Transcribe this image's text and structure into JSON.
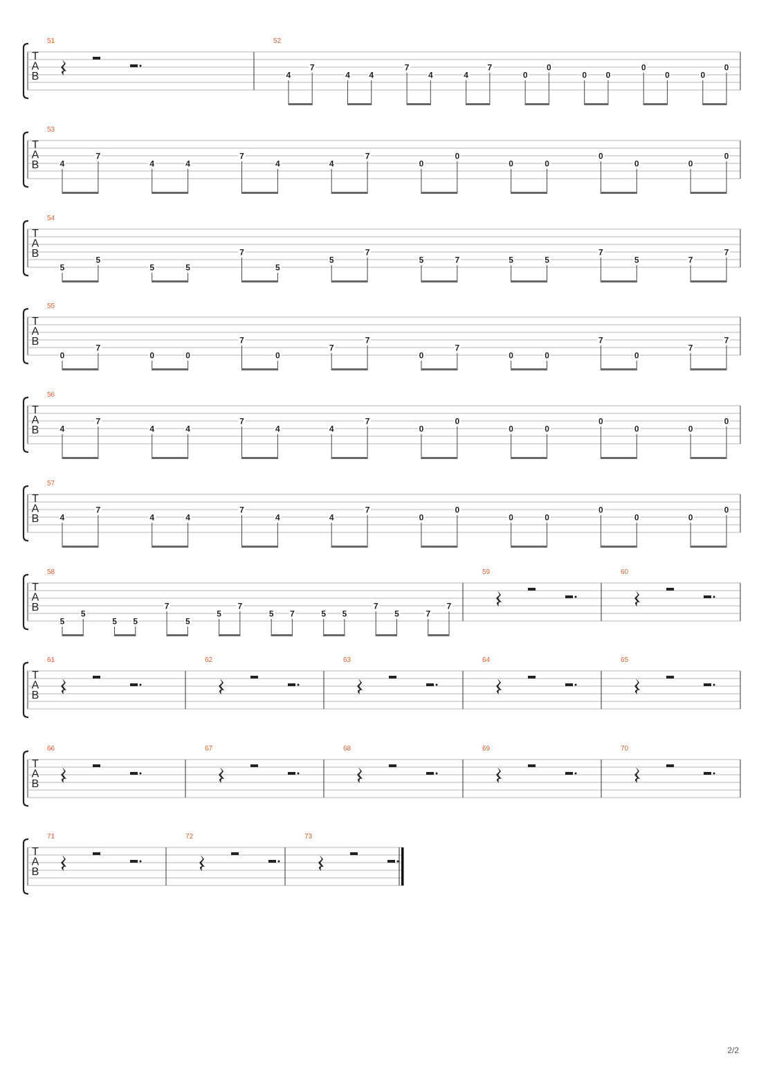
{
  "page": {
    "page_number": "2/2"
  },
  "tab_clef": [
    "T",
    "A",
    "B"
  ],
  "colors": {
    "measure_number": "#e8612c",
    "staff_line": "#b5b5b5",
    "note": "#222222",
    "beam": "#666666"
  },
  "systems": [
    {
      "measures": [
        {
          "number": "51",
          "rest": true
        },
        {
          "number": "52",
          "groups": [
            [
              {
                "s": 4,
                "f": "4"
              },
              {
                "s": 3,
                "f": "7"
              }
            ],
            [
              {
                "s": 4,
                "f": "4"
              },
              {
                "s": 4,
                "f": "4"
              }
            ],
            [
              {
                "s": 3,
                "f": "7"
              },
              {
                "s": 4,
                "f": "4"
              }
            ],
            [
              {
                "s": 4,
                "f": "4"
              },
              {
                "s": 3,
                "f": "7"
              }
            ],
            [
              {
                "s": 4,
                "f": "0"
              },
              {
                "s": 3,
                "f": "0"
              }
            ],
            [
              {
                "s": 4,
                "f": "0"
              },
              {
                "s": 4,
                "f": "0"
              }
            ],
            [
              {
                "s": 3,
                "f": "0"
              },
              {
                "s": 4,
                "f": "0"
              }
            ],
            [
              {
                "s": 4,
                "f": "0"
              },
              {
                "s": 3,
                "f": "0"
              }
            ]
          ]
        }
      ]
    },
    {
      "measures": [
        {
          "number": "53",
          "groups": [
            [
              {
                "s": 4,
                "f": "4"
              },
              {
                "s": 3,
                "f": "7"
              }
            ],
            [
              {
                "s": 4,
                "f": "4"
              },
              {
                "s": 4,
                "f": "4"
              }
            ],
            [
              {
                "s": 3,
                "f": "7"
              },
              {
                "s": 4,
                "f": "4"
              }
            ],
            [
              {
                "s": 4,
                "f": "4"
              },
              {
                "s": 3,
                "f": "7"
              }
            ],
            [
              {
                "s": 4,
                "f": "0"
              },
              {
                "s": 3,
                "f": "0"
              }
            ],
            [
              {
                "s": 4,
                "f": "0"
              },
              {
                "s": 4,
                "f": "0"
              }
            ],
            [
              {
                "s": 3,
                "f": "0"
              },
              {
                "s": 4,
                "f": "0"
              }
            ],
            [
              {
                "s": 4,
                "f": "0"
              },
              {
                "s": 3,
                "f": "0"
              }
            ]
          ]
        }
      ]
    },
    {
      "measures": [
        {
          "number": "54",
          "groups": [
            [
              {
                "s": 6,
                "f": "5"
              },
              {
                "s": 5,
                "f": "5"
              }
            ],
            [
              {
                "s": 6,
                "f": "5"
              },
              {
                "s": 6,
                "f": "5"
              }
            ],
            [
              {
                "s": 4,
                "f": "7"
              },
              {
                "s": 6,
                "f": "5"
              }
            ],
            [
              {
                "s": 5,
                "f": "5"
              },
              {
                "s": 4,
                "f": "7"
              }
            ],
            [
              {
                "s": 5,
                "f": "5"
              },
              {
                "s": 5,
                "f": "7"
              }
            ],
            [
              {
                "s": 5,
                "f": "5"
              },
              {
                "s": 5,
                "f": "5"
              }
            ],
            [
              {
                "s": 4,
                "f": "7"
              },
              {
                "s": 5,
                "f": "5"
              }
            ],
            [
              {
                "s": 5,
                "f": "7"
              },
              {
                "s": 4,
                "f": "7"
              }
            ]
          ]
        }
      ]
    },
    {
      "measures": [
        {
          "number": "55",
          "groups": [
            [
              {
                "s": 6,
                "f": "0"
              },
              {
                "s": 5,
                "f": "7"
              }
            ],
            [
              {
                "s": 6,
                "f": "0"
              },
              {
                "s": 6,
                "f": "0"
              }
            ],
            [
              {
                "s": 4,
                "f": "7"
              },
              {
                "s": 6,
                "f": "0"
              }
            ],
            [
              {
                "s": 5,
                "f": "7"
              },
              {
                "s": 4,
                "f": "7"
              }
            ],
            [
              {
                "s": 6,
                "f": "0"
              },
              {
                "s": 5,
                "f": "7"
              }
            ],
            [
              {
                "s": 6,
                "f": "0"
              },
              {
                "s": 6,
                "f": "0"
              }
            ],
            [
              {
                "s": 4,
                "f": "7"
              },
              {
                "s": 6,
                "f": "0"
              }
            ],
            [
              {
                "s": 5,
                "f": "7"
              },
              {
                "s": 4,
                "f": "7"
              }
            ]
          ]
        }
      ]
    },
    {
      "measures": [
        {
          "number": "56",
          "groups": [
            [
              {
                "s": 4,
                "f": "4"
              },
              {
                "s": 3,
                "f": "7"
              }
            ],
            [
              {
                "s": 4,
                "f": "4"
              },
              {
                "s": 4,
                "f": "4"
              }
            ],
            [
              {
                "s": 3,
                "f": "7"
              },
              {
                "s": 4,
                "f": "4"
              }
            ],
            [
              {
                "s": 4,
                "f": "4"
              },
              {
                "s": 3,
                "f": "7"
              }
            ],
            [
              {
                "s": 4,
                "f": "0"
              },
              {
                "s": 3,
                "f": "0"
              }
            ],
            [
              {
                "s": 4,
                "f": "0"
              },
              {
                "s": 4,
                "f": "0"
              }
            ],
            [
              {
                "s": 3,
                "f": "0"
              },
              {
                "s": 4,
                "f": "0"
              }
            ],
            [
              {
                "s": 4,
                "f": "0"
              },
              {
                "s": 3,
                "f": "0"
              }
            ]
          ]
        }
      ]
    },
    {
      "measures": [
        {
          "number": "57",
          "groups": [
            [
              {
                "s": 4,
                "f": "4"
              },
              {
                "s": 3,
                "f": "7"
              }
            ],
            [
              {
                "s": 4,
                "f": "4"
              },
              {
                "s": 4,
                "f": "4"
              }
            ],
            [
              {
                "s": 3,
                "f": "7"
              },
              {
                "s": 4,
                "f": "4"
              }
            ],
            [
              {
                "s": 4,
                "f": "4"
              },
              {
                "s": 3,
                "f": "7"
              }
            ],
            [
              {
                "s": 4,
                "f": "0"
              },
              {
                "s": 3,
                "f": "0"
              }
            ],
            [
              {
                "s": 4,
                "f": "0"
              },
              {
                "s": 4,
                "f": "0"
              }
            ],
            [
              {
                "s": 3,
                "f": "0"
              },
              {
                "s": 4,
                "f": "0"
              }
            ],
            [
              {
                "s": 4,
                "f": "0"
              },
              {
                "s": 3,
                "f": "0"
              }
            ]
          ]
        }
      ]
    },
    {
      "measures": [
        {
          "number": "58",
          "groups": [
            [
              {
                "s": 6,
                "f": "5"
              },
              {
                "s": 5,
                "f": "5"
              }
            ],
            [
              {
                "s": 6,
                "f": "5"
              },
              {
                "s": 6,
                "f": "5"
              }
            ],
            [
              {
                "s": 4,
                "f": "7"
              },
              {
                "s": 6,
                "f": "5"
              }
            ],
            [
              {
                "s": 5,
                "f": "5"
              },
              {
                "s": 4,
                "f": "7"
              }
            ],
            [
              {
                "s": 5,
                "f": "5"
              },
              {
                "s": 5,
                "f": "7"
              }
            ],
            [
              {
                "s": 5,
                "f": "5"
              },
              {
                "s": 5,
                "f": "5"
              }
            ],
            [
              {
                "s": 4,
                "f": "7"
              },
              {
                "s": 5,
                "f": "5"
              }
            ],
            [
              {
                "s": 5,
                "f": "7"
              },
              {
                "s": 4,
                "f": "7"
              }
            ]
          ]
        },
        {
          "number": "59",
          "rest": true
        },
        {
          "number": "60",
          "rest": true
        }
      ]
    },
    {
      "measures": [
        {
          "number": "61",
          "rest": true
        },
        {
          "number": "62",
          "rest": true
        },
        {
          "number": "63",
          "rest": true
        },
        {
          "number": "64",
          "rest": true
        },
        {
          "number": "65",
          "rest": true
        }
      ]
    },
    {
      "measures": [
        {
          "number": "66",
          "rest": true
        },
        {
          "number": "67",
          "rest": true
        },
        {
          "number": "68",
          "rest": true
        },
        {
          "number": "69",
          "rest": true
        },
        {
          "number": "70",
          "rest": true
        }
      ]
    },
    {
      "measures": [
        {
          "number": "71",
          "rest": true
        },
        {
          "number": "72",
          "rest": true
        },
        {
          "number": "73",
          "rest": true,
          "final": true
        }
      ]
    }
  ]
}
